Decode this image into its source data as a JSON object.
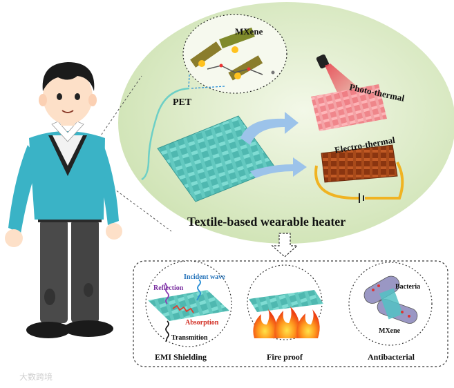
{
  "labels": {
    "mxene_top": "MXene",
    "pet": "PET",
    "photo_thermal": "Photo-thermal",
    "electro_thermal": "Electro-thermal",
    "main_title": "Textile-based wearable heater",
    "incident_wave": "Incident wave",
    "reflection": "Reflection",
    "absorption": "Absorption",
    "transmission": "Transmition",
    "bacteria": "Bacteria",
    "mxene_bottom": "MXene"
  },
  "panels": {
    "emi": "EMI Shielding",
    "fire": "Fire proof",
    "antibacterial": "Antibacterial"
  },
  "watermark": "大数跨境",
  "colors": {
    "fabric": "#6dcfc6",
    "heat_red": "#e8434e",
    "electro_brown": "#a34418",
    "ellipse_green": "#d6e8c0",
    "arrow_blue": "#9cc3ea"
  }
}
